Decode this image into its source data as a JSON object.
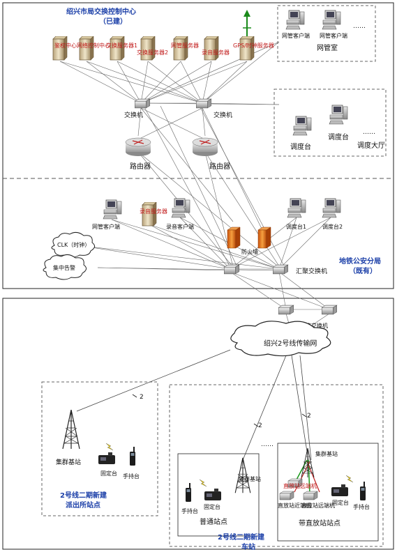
{
  "top": {
    "center_title": "绍兴市局交换控制中心",
    "center_sub": "（已建）",
    "servers": [
      "鉴权中心",
      "网络控制中心",
      "交换服务器1",
      "交换服务器2",
      "网管服务器",
      "录音服务器",
      "GPS/时钟服务器"
    ],
    "switch1": "交换机",
    "switch2": "交换机",
    "router1": "路由器",
    "router2": "路由器",
    "nm_room": {
      "client1": "网管客户端",
      "client2": "网管客户端",
      "dots": "……",
      "name": "网管室"
    },
    "dispatch": {
      "console1": "调度台",
      "console2": "调度台",
      "dots": "……",
      "name": "调度大厅"
    }
  },
  "middle": {
    "nm_client": "网管客户端",
    "rec_server": "录音服务器",
    "rec_client": "录音客户端",
    "console1": "调度台1",
    "console2": "调度台2",
    "clk": "CLK（时钟）",
    "alarm": "集中告警",
    "firewall": "防火墙",
    "agg_switch": "汇聚交换机",
    "bureau": "地铁公安分局",
    "bureau_sub": "（既有）"
  },
  "bottom": {
    "net_switch": "网络交换机",
    "transport": "绍兴2号线传输网",
    "link_marks": [
      "2",
      "2",
      "2"
    ],
    "police": {
      "station": "集群基站",
      "fixed": "固定台",
      "handheld": "手持台",
      "title1": "2号线二期新建",
      "title2": "派出所站点"
    },
    "normal": {
      "station": "集群基站",
      "handheld": "手持台",
      "fixed": "固定台",
      "name": "普通站点"
    },
    "dots": "……",
    "repeater": {
      "station": "集群基站",
      "unit1": "直放站远端机",
      "unit2": "直放站近端机",
      "unit3": "直放站远端机",
      "fixed": "固定台",
      "handheld": "手持台",
      "name": "带直放站站点"
    },
    "station_title1": "2号线二期新建",
    "station_title2": "车站"
  }
}
